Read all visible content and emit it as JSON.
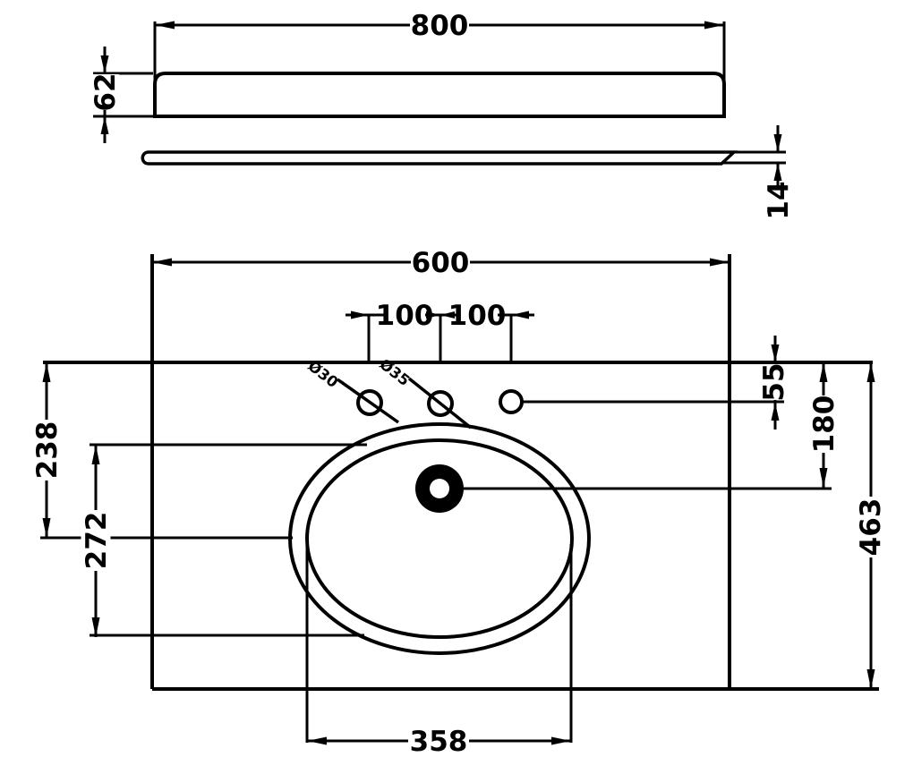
{
  "drawing": {
    "background_color": "#ffffff",
    "line_color": "#000000",
    "views": {
      "front_elevation": {
        "overall_width": "800",
        "countertop_height": "62"
      },
      "panel_profile": {
        "thickness": "14"
      },
      "plan": {
        "overall_width": "600",
        "tap_hole_spacing_left": "100",
        "tap_hole_spacing_right": "100",
        "tap_hole_diameter_small": "Ø30",
        "tap_hole_diameter_large": "Ø35",
        "back_edge_to_tap_holes": "55",
        "back_edge_to_drain_center": "180",
        "back_edge_to_basin_centerline": "238",
        "basin_front_to_back": "272",
        "overall_depth": "463",
        "basin_cutout_width": "358"
      }
    }
  }
}
